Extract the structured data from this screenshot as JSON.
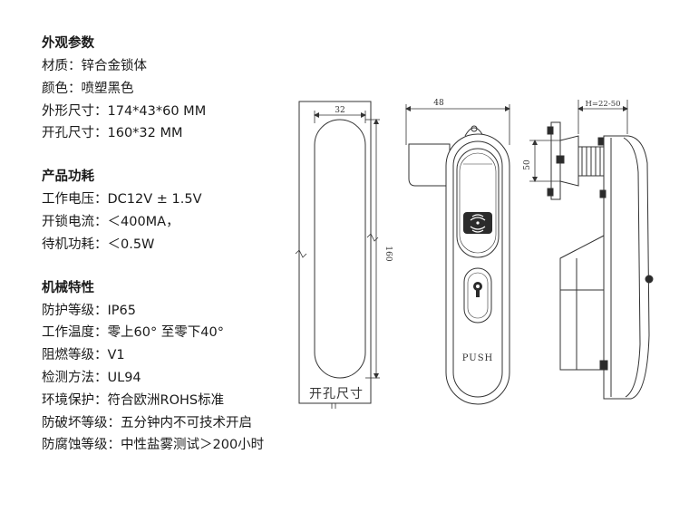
{
  "sections": [
    {
      "title": "外观参数",
      "items": [
        {
          "label": "材质：",
          "value": "锌合金锁体"
        },
        {
          "label": "颜色：",
          "value": "喷塑黑色"
        },
        {
          "label": "外形尺寸：",
          "value": "174*43*60 MM"
        },
        {
          "label": "开孔尺寸：",
          "value": "160*32 MM"
        }
      ]
    },
    {
      "title": "产品功耗",
      "items": [
        {
          "label": "工作电压：",
          "value": "DC12V ± 1.5V"
        },
        {
          "label": "开锁电流：",
          "value": "＜400MA，"
        },
        {
          "label": "待机功耗：",
          "value": "＜0.5W"
        }
      ]
    },
    {
      "title": "机械特性",
      "items": [
        {
          "label": "防护等级：",
          "value": "IP65"
        },
        {
          "label": "工作温度：",
          "value": "零上60°  至零下40°"
        },
        {
          "label": "阻燃等级：",
          "value": "V1"
        },
        {
          "label": "检测方法：",
          "value": "UL94"
        },
        {
          "label": "环境保护：",
          "value": "符合欧洲ROHS标准"
        },
        {
          "label": "防破坏等级：",
          "value": "五分钟内不可技术开启"
        },
        {
          "label": "防腐蚀等级：",
          "value": "中性盐雾测试＞200小时"
        }
      ]
    }
  ],
  "drawing": {
    "cutout_width": "32",
    "cutout_height": "160",
    "cutout_caption": "开孔尺寸",
    "front_width": "48",
    "push_label": "PUSH",
    "side_height": "50",
    "side_range": "H=22-50"
  }
}
